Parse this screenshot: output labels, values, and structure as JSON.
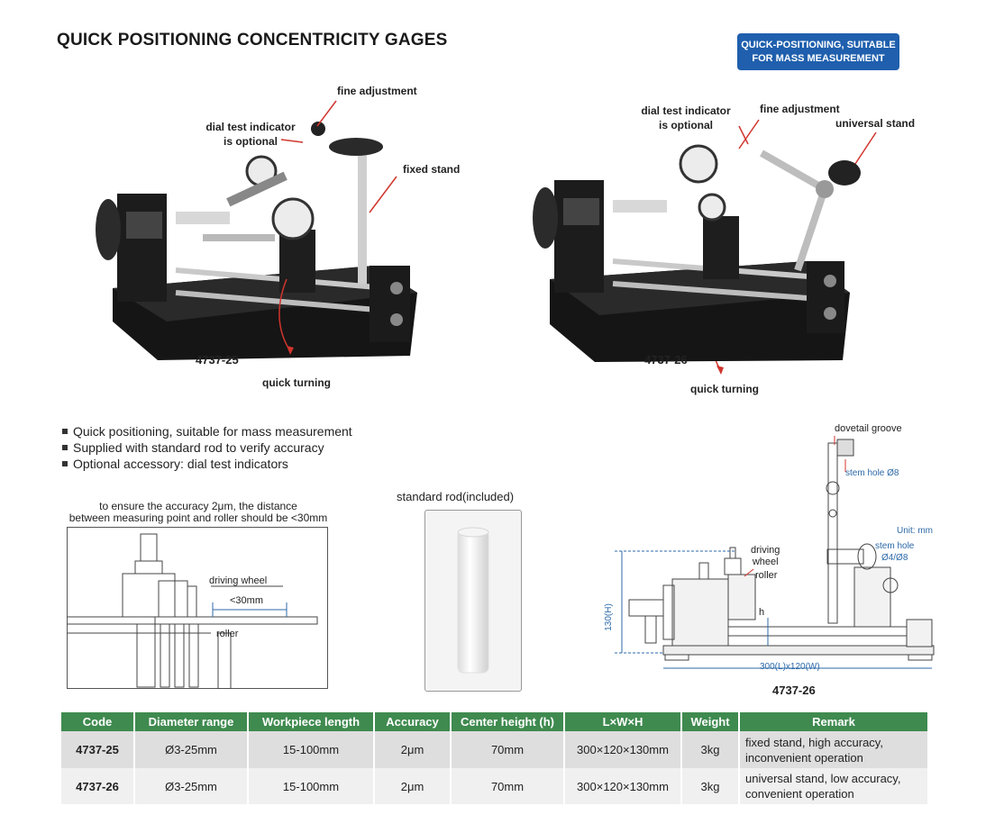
{
  "title": "QUICK POSITIONING CONCENTRICITY GAGES",
  "badge": {
    "line1": "QUICK-POSITIONING, SUITABLE",
    "line2": "FOR MASS MEASUREMENT"
  },
  "left_product": {
    "model": "4737-25",
    "labels": {
      "fine_adjustment": "fine adjustment",
      "dial_indicator_l1": "dial test indicator",
      "dial_indicator_l2": "is optional",
      "fixed_stand": "fixed stand",
      "quick_turning": "quick turning"
    }
  },
  "right_product": {
    "model": "4737-26",
    "labels": {
      "dial_indicator_l1": "dial test indicator",
      "dial_indicator_l2": "is optional",
      "fine_adjustment": "fine adjustment",
      "universal_stand": "universal stand",
      "quick_turning": "quick turning"
    }
  },
  "features": [
    "Quick positioning, suitable for mass measurement",
    "Supplied with standard rod to verify accuracy",
    "Optional accessory: dial test indicators"
  ],
  "accuracy_diagram": {
    "note_l1": "to ensure the accuracy 2μm, the distance",
    "note_l2": "between measuring point and roller should be <30mm",
    "driving_wheel": "driving wheel",
    "distance": "<30mm",
    "roller": "roller"
  },
  "standard_rod": {
    "title": "standard rod(included)"
  },
  "tech_drawing": {
    "dovetail": "dovetail groove",
    "stem_hole_top": "stem hole Ø8",
    "unit": "Unit: mm",
    "stem_hole_l1": "stem hole",
    "stem_hole_l2": "Ø4/Ø8",
    "driving_l1": "driving",
    "driving_l2": "wheel",
    "roller": "roller",
    "height": "130(H)",
    "h": "h",
    "dims": "300(L)x120(W)",
    "model": "4737-26"
  },
  "table": {
    "headers": [
      "Code",
      "Diameter range",
      "Workpiece length",
      "Accuracy",
      "Center height (h)",
      "L×W×H",
      "Weight",
      "Remark"
    ],
    "rows": [
      {
        "code": "4737-25",
        "diameter": "Ø3-25mm",
        "length": "15-100mm",
        "accuracy": "2μm",
        "center": "70mm",
        "lwh": "300×120×130mm",
        "weight": "3kg",
        "remark_l1": "fixed stand, high accuracy,",
        "remark_l2": "inconvenient operation"
      },
      {
        "code": "4737-26",
        "diameter": "Ø3-25mm",
        "length": "15-100mm",
        "accuracy": "2μm",
        "center": "70mm",
        "lwh": "300×120×130mm",
        "weight": "3kg",
        "remark_l1": "universal stand, low accuracy,",
        "remark_l2": "convenient operation"
      }
    ]
  },
  "colors": {
    "badge_bg": "#1f5fad",
    "table_header": "#3f8a4f",
    "callout": "#d0352d"
  }
}
